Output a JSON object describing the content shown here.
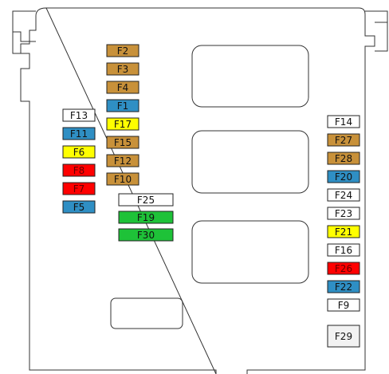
{
  "colors": {
    "brown": "#c8913a",
    "blue": "#2f8fc4",
    "yellow": "#ffff00",
    "red": "#ff0000",
    "green": "#1ec238",
    "white": "#ffffff",
    "grey": "#f2f2f2"
  },
  "fuses": [
    {
      "id": "F2",
      "color": "brown"
    },
    {
      "id": "F3",
      "color": "brown"
    },
    {
      "id": "F4",
      "color": "brown"
    },
    {
      "id": "F1",
      "color": "blue"
    },
    {
      "id": "F17",
      "color": "yellow"
    },
    {
      "id": "F15",
      "color": "brown"
    },
    {
      "id": "F12",
      "color": "brown"
    },
    {
      "id": "F10",
      "color": "brown"
    },
    {
      "id": "F13",
      "color": "white"
    },
    {
      "id": "F11",
      "color": "blue"
    },
    {
      "id": "F6",
      "color": "yellow"
    },
    {
      "id": "F8",
      "color": "red"
    },
    {
      "id": "F7",
      "color": "red"
    },
    {
      "id": "F5",
      "color": "blue"
    },
    {
      "id": "F25",
      "color": "white"
    },
    {
      "id": "F19",
      "color": "green"
    },
    {
      "id": "F30",
      "color": "green"
    },
    {
      "id": "F14",
      "color": "white"
    },
    {
      "id": "F27",
      "color": "brown"
    },
    {
      "id": "F28",
      "color": "brown"
    },
    {
      "id": "F20",
      "color": "blue"
    },
    {
      "id": "F24",
      "color": "white"
    },
    {
      "id": "F23",
      "color": "white"
    },
    {
      "id": "F21",
      "color": "yellow"
    },
    {
      "id": "F16",
      "color": "white"
    },
    {
      "id": "F26",
      "color": "red"
    },
    {
      "id": "F22",
      "color": "blue"
    },
    {
      "id": "F9",
      "color": "white"
    },
    {
      "id": "F29",
      "color": "grey"
    }
  ]
}
